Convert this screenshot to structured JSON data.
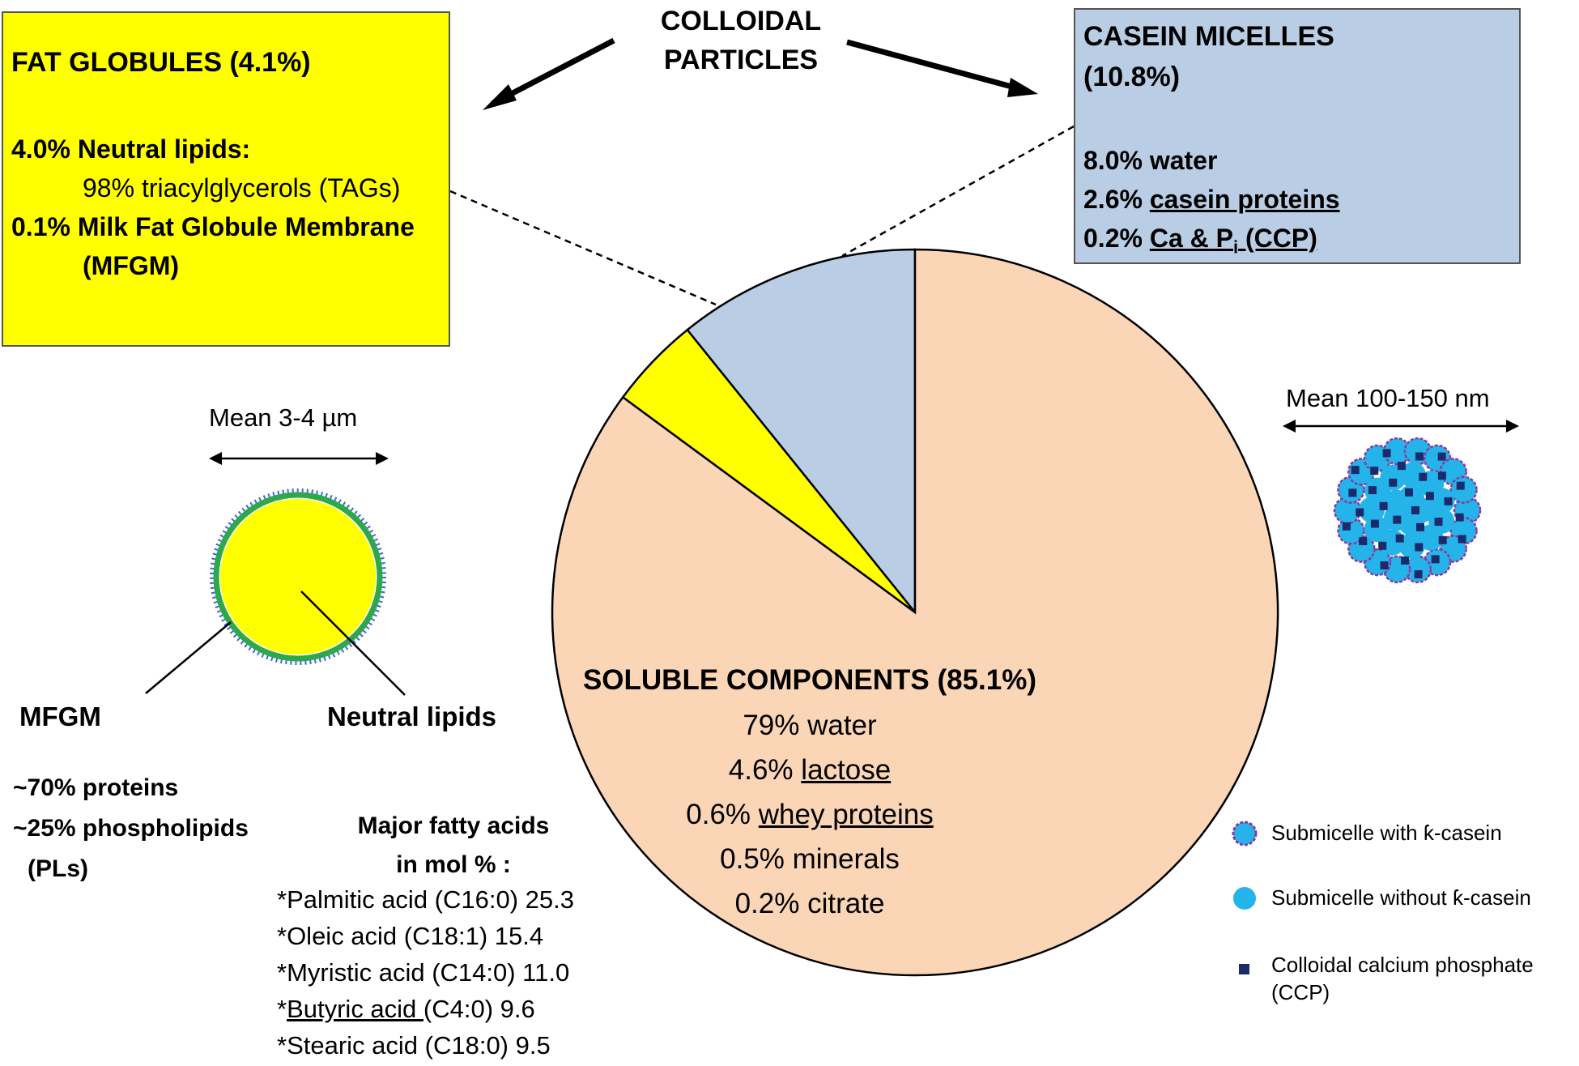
{
  "header": {
    "colloidal_line1": "COLLOIDAL",
    "colloidal_line2": "PARTICLES"
  },
  "fat_box": {
    "title": "FAT GLOBULES (4.1%)",
    "neutral_pct": "4.0%",
    "neutral_label": "Neutral lipids:",
    "tags": "98% triacylglycerols (TAGs)",
    "mfgm_pct": "0.1%",
    "mfgm_label": "Milk Fat Globule Membrane",
    "mfgm_abbr": "(MFGM)"
  },
  "casein_box": {
    "title_line1": "CASEIN MICELLES",
    "title_line2": "(10.8%)",
    "water": "8.0% water",
    "proteins_pct": "2.6%",
    "proteins_label": "casein proteins",
    "ccp_pct": "0.2%",
    "ccp_label_a": "Ca & P",
    "ccp_label_sub": "i",
    "ccp_label_b": " (CCP)"
  },
  "pie": {
    "slices": [
      {
        "label": "Casein micelles",
        "value": 10.8,
        "color": "#b9cde4"
      },
      {
        "label": "Fat globules",
        "value": 4.1,
        "color": "#ffff00"
      },
      {
        "label": "Soluble components",
        "value": 85.1,
        "color": "#fad5b6"
      }
    ]
  },
  "soluble": {
    "title": "SOLUBLE COMPONENTS  (85.1%)",
    "water": "79% water",
    "lactose_pct": "4.6%",
    "lactose_label": "lactose",
    "whey_pct": "0.6%",
    "whey_label": "whey proteins",
    "minerals": "0.5% minerals",
    "citrate": "0.2% citrate"
  },
  "fat_globule": {
    "size": "Mean 3-4 µm",
    "mfgm_label": "MFGM",
    "neutral_label": "Neutral lipids",
    "colors": {
      "core": "#ffff00",
      "membrane": "#2ea84a",
      "dots": "#3a6ad8"
    }
  },
  "mfgm_comp": {
    "proteins": "~70% proteins",
    "phospholipids": "~25% phospholipids",
    "pls": "(PLs)"
  },
  "fatty_acids": {
    "title_line1": "Major fatty acids",
    "title_line2": "in mol % :",
    "palmitic": "*Palmitic acid (C16:0) 25.3",
    "oleic": "*Oleic acid (C18:1) 15.4",
    "myristic": "*Myristic acid (C14:0) 11.0",
    "butyric_star": "*",
    "butyric_label": "Butyric acid ",
    "butyric_rest": "(C4:0) 9.6",
    "stearic": "*Stearic acid (C18:0) 9.5"
  },
  "micelle": {
    "size": "Mean 100-150 nm",
    "colors": {
      "submicelle": "#25b4ea",
      "kappa_ring": "#8a3a9e",
      "ccp": "#1b2a6b"
    }
  },
  "legend": {
    "with_kappa": "Submicelle with ƙ-casein",
    "without_kappa": "Submicelle without ƙ-casein",
    "ccp_line1": "Colloidal calcium phosphate",
    "ccp_line2": "(CCP)"
  }
}
